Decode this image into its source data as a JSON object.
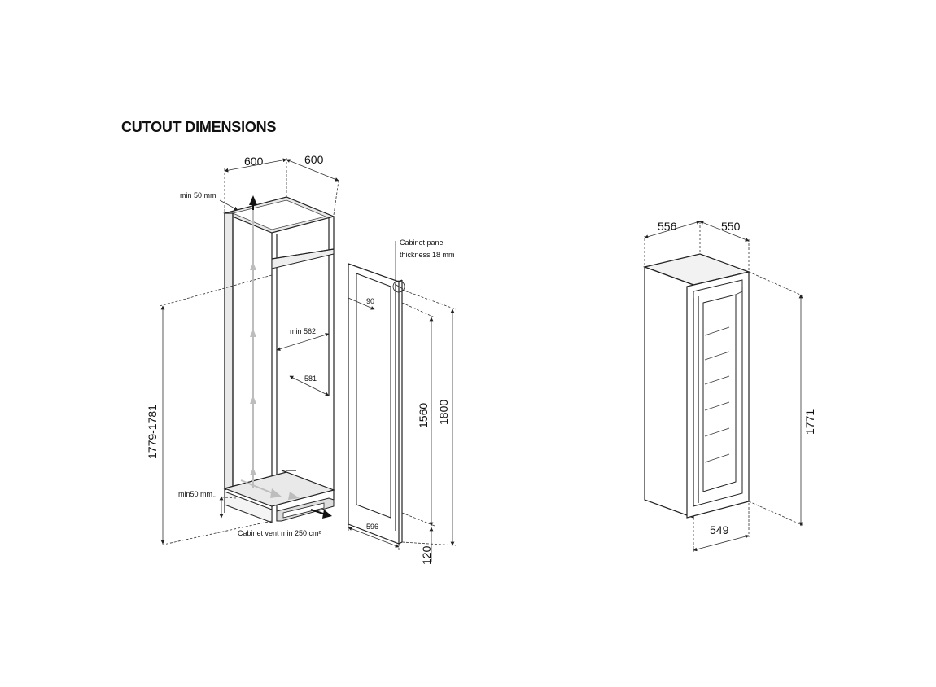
{
  "title": "CUTOUT DIMENSIONS",
  "cabinet": {
    "width": "600",
    "depth": "600",
    "top_gap": "min 50 mm",
    "inner_depth": "min 562",
    "inner_width": "581",
    "height_range": "1779-1781",
    "bottom_gap": "min50 mm",
    "vent": "Cabinet vent min  250 cm²"
  },
  "door_panel": {
    "thickness_line1": "Cabinet panel",
    "thickness_line2": "thickness 18 mm",
    "offset": "90",
    "width": "596",
    "height_inner": "1560",
    "height_total": "1800",
    "bottom": "120"
  },
  "appliance": {
    "depth": "556",
    "width_top": "550",
    "height": "1771",
    "width_bottom": "549"
  },
  "icons": {
    "airflow_arrow": "airflow-arrow-icon",
    "vent_arrow": "vent-arrow-icon"
  }
}
